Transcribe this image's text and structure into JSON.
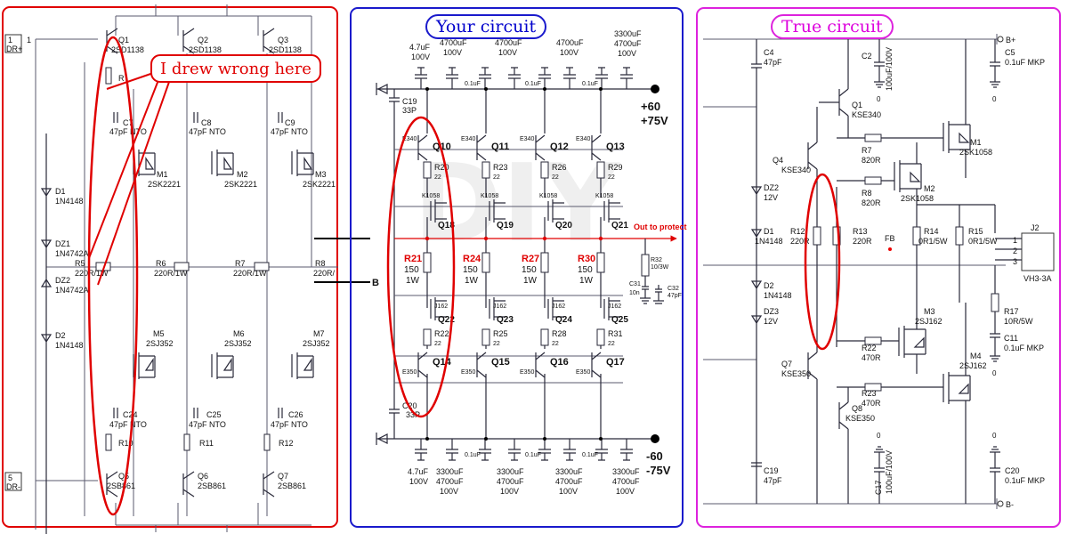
{
  "panels": {
    "left": {
      "border_color": "#e00000",
      "annotation": "I drew wrong here",
      "terminals": [
        "1",
        "DR+",
        "5",
        "DR-",
        "1"
      ],
      "components": {
        "q1": {
          "name": "Q1",
          "part": "2SD1138"
        },
        "q2": {
          "name": "Q2",
          "part": "2SD1138"
        },
        "q3": {
          "name": "Q3",
          "part": "2SD1138"
        },
        "r1": {
          "name": "R"
        },
        "c7": {
          "name": "C7",
          "value": "47pF NTO"
        },
        "c8": {
          "name": "C8",
          "value": "47pF NTO"
        },
        "c9": {
          "name": "C9",
          "value": "47pF NTO"
        },
        "m1": {
          "name": "M1",
          "part": "2SK2221"
        },
        "m2": {
          "name": "M2",
          "part": "2SK2221"
        },
        "m3": {
          "name": "M3",
          "part": "2SK2221"
        },
        "d1": {
          "name": "D1",
          "part": "1N4148"
        },
        "dz1": {
          "name": "DZ1",
          "part": "1N4742A"
        },
        "dz2": {
          "name": "DZ2",
          "part": "1N4742A"
        },
        "d2": {
          "name": "D2",
          "part": "1N4148"
        },
        "r5": {
          "name": "R5",
          "value": "220R/1W"
        },
        "r6": {
          "name": "R6",
          "value": "220R/1W"
        },
        "r7": {
          "name": "R7",
          "value": "220R/1W"
        },
        "r8": {
          "name": "R8",
          "value": "220R/"
        },
        "m5": {
          "name": "M5",
          "part": "2SJ352"
        },
        "m6": {
          "name": "M6",
          "part": "2SJ352"
        },
        "m7": {
          "name": "M7",
          "part": "2SJ352"
        },
        "c24": {
          "name": "C24",
          "value": "47pF NTO"
        },
        "c25": {
          "name": "C25",
          "value": "47pF NTO"
        },
        "c26": {
          "name": "C26",
          "value": "47pF NTO"
        },
        "r10": {
          "name": "R10"
        },
        "r11": {
          "name": "R11"
        },
        "r12": {
          "name": "R12"
        },
        "q5": {
          "name": "Q5",
          "part": "2SB861"
        },
        "q6": {
          "name": "Q6",
          "part": "2SB861"
        },
        "q7": {
          "name": "Q7",
          "part": "2SB861"
        }
      }
    },
    "middle": {
      "title": "Your circuit",
      "title_color": "#0000cc",
      "border_color": "#1a1acc",
      "top_caps": [
        {
          "v1": "4.7uF",
          "v2": "100V"
        },
        {
          "v1": "4700uF",
          "v2": "100V"
        },
        {
          "v1": "4700uF",
          "v2": "100V"
        },
        {
          "v1": "4700uF",
          "v2": "100V"
        },
        {
          "v1": "3300uF",
          "v2": "4700uF",
          "v3": "100V"
        }
      ],
      "bottom_caps": [
        {
          "v1": "4.7uF",
          "v2": "100V"
        },
        {
          "v1": "3300uF",
          "v2": "4700uF",
          "v3": "100V"
        },
        {
          "v1": "3300uF",
          "v2": "4700uF",
          "v3": "100V"
        },
        {
          "v1": "3300uF",
          "v2": "4700uF",
          "v3": "100V"
        },
        {
          "v1": "3300uF",
          "v2": "4700uF",
          "v3": "100V"
        }
      ],
      "small_cap": "0.1uF",
      "pos_rail": "+60",
      "pos_rail2": "+75V",
      "neg_rail": "-60",
      "neg_rail2": "-75V",
      "c19": "C19",
      "c19_v": "33P",
      "c20": "C20",
      "c20_v": "33P",
      "out_label": "Out to protect",
      "r32": "R32",
      "r32_v": "10/3W",
      "c31": "C31",
      "c31_v": "10n",
      "c32": "C32",
      "c32_v": "47pF",
      "watermark": "DIY",
      "upper_npn": [
        {
          "name": "Q10",
          "part": "E340"
        },
        {
          "name": "Q11",
          "part": "E340"
        },
        {
          "name": "Q12",
          "part": "E340"
        },
        {
          "name": "Q13",
          "part": "E340"
        }
      ],
      "upper_r": [
        {
          "name": "R20",
          "value": "22"
        },
        {
          "name": "R23",
          "value": "22"
        },
        {
          "name": "R26",
          "value": "22"
        },
        {
          "name": "R29",
          "value": "22"
        }
      ],
      "upper_fet": [
        {
          "name": "Q18",
          "part": "K1058"
        },
        {
          "name": "Q19",
          "part": "K1058"
        },
        {
          "name": "Q20",
          "part": "K1058"
        },
        {
          "name": "Q21",
          "part": "K1058"
        }
      ],
      "mid_r": [
        {
          "name": "R21",
          "v1": "150",
          "v2": "1W"
        },
        {
          "name": "R24",
          "v1": "150",
          "v2": "1W"
        },
        {
          "name": "R27",
          "v1": "150",
          "v2": "1W"
        },
        {
          "name": "R30",
          "v1": "150",
          "v2": "1W"
        }
      ],
      "lower_fet": [
        {
          "name": "Q22",
          "part": "J162"
        },
        {
          "name": "Q23",
          "part": "J162"
        },
        {
          "name": "Q24",
          "part": "J162"
        },
        {
          "name": "Q25",
          "part": "J162"
        }
      ],
      "lower_r": [
        {
          "name": "R22",
          "value": "22"
        },
        {
          "name": "R25",
          "value": "22"
        },
        {
          "name": "R28",
          "value": "22"
        },
        {
          "name": "R31",
          "value": "22"
        }
      ],
      "lower_pnp": [
        {
          "name": "Q14",
          "part": "E350"
        },
        {
          "name": "Q15",
          "part": "E350"
        },
        {
          "name": "Q16",
          "part": "E350"
        },
        {
          "name": "Q17",
          "part": "E350"
        }
      ],
      "b_label": "B"
    },
    "right": {
      "title": "True circuit",
      "title_color": "#dd00dd",
      "border_color": "#dd22dd",
      "rail_pos": "B+",
      "rail_neg": "B-",
      "gnd_value": "0",
      "c4": {
        "name": "C4",
        "value": "47pF"
      },
      "c2": {
        "name": "C2",
        "value": "100uF/100V"
      },
      "c5": {
        "name": "C5",
        "value": "0.1uF MKP"
      },
      "q1": {
        "name": "Q1",
        "part": "KSE340"
      },
      "r7": {
        "name": "R7",
        "value": "820R"
      },
      "m1": {
        "name": "M1",
        "part": "2SK1058"
      },
      "q4": {
        "name": "Q4",
        "part": "KSE340"
      },
      "r8": {
        "name": "R8",
        "value": "820R"
      },
      "m2": {
        "name": "M2",
        "part": "2SK1058"
      },
      "dz2": {
        "name": "DZ2",
        "value": "12V"
      },
      "d1": {
        "name": "D1",
        "part": "1N4148"
      },
      "r12": {
        "name": "R12",
        "value": "220R"
      },
      "r13": {
        "name": "R13",
        "value": "220R"
      },
      "fb": "FB",
      "r14": {
        "name": "R14",
        "value": "0R1/5W"
      },
      "r15": {
        "name": "R15",
        "value": "0R1/5W"
      },
      "j2": {
        "name": "J2",
        "part": "VH3-3A",
        "pins": [
          "1",
          "2",
          "3"
        ]
      },
      "d2": {
        "name": "D2",
        "part": "1N4148"
      },
      "dz3": {
        "name": "DZ3",
        "value": "12V"
      },
      "m3": {
        "name": "M3",
        "part": "2SJ162"
      },
      "r17": {
        "name": "R17",
        "value": "10R/5W"
      },
      "c11": {
        "name": "C11",
        "value": "0.1uF MKP"
      },
      "r22": {
        "name": "R22",
        "value": "470R"
      },
      "q7": {
        "name": "Q7",
        "part": "KSE350"
      },
      "m4": {
        "name": "M4",
        "part": "2SJ162"
      },
      "r23": {
        "name": "R23",
        "value": "470R"
      },
      "q8": {
        "name": "Q8",
        "part": "KSE350"
      },
      "c19": {
        "name": "C19",
        "value": "47pF"
      },
      "c17": {
        "name": "C17",
        "value": "100uF/100V"
      },
      "c20": {
        "name": "C20",
        "value": "0.1uF MKP"
      }
    }
  }
}
